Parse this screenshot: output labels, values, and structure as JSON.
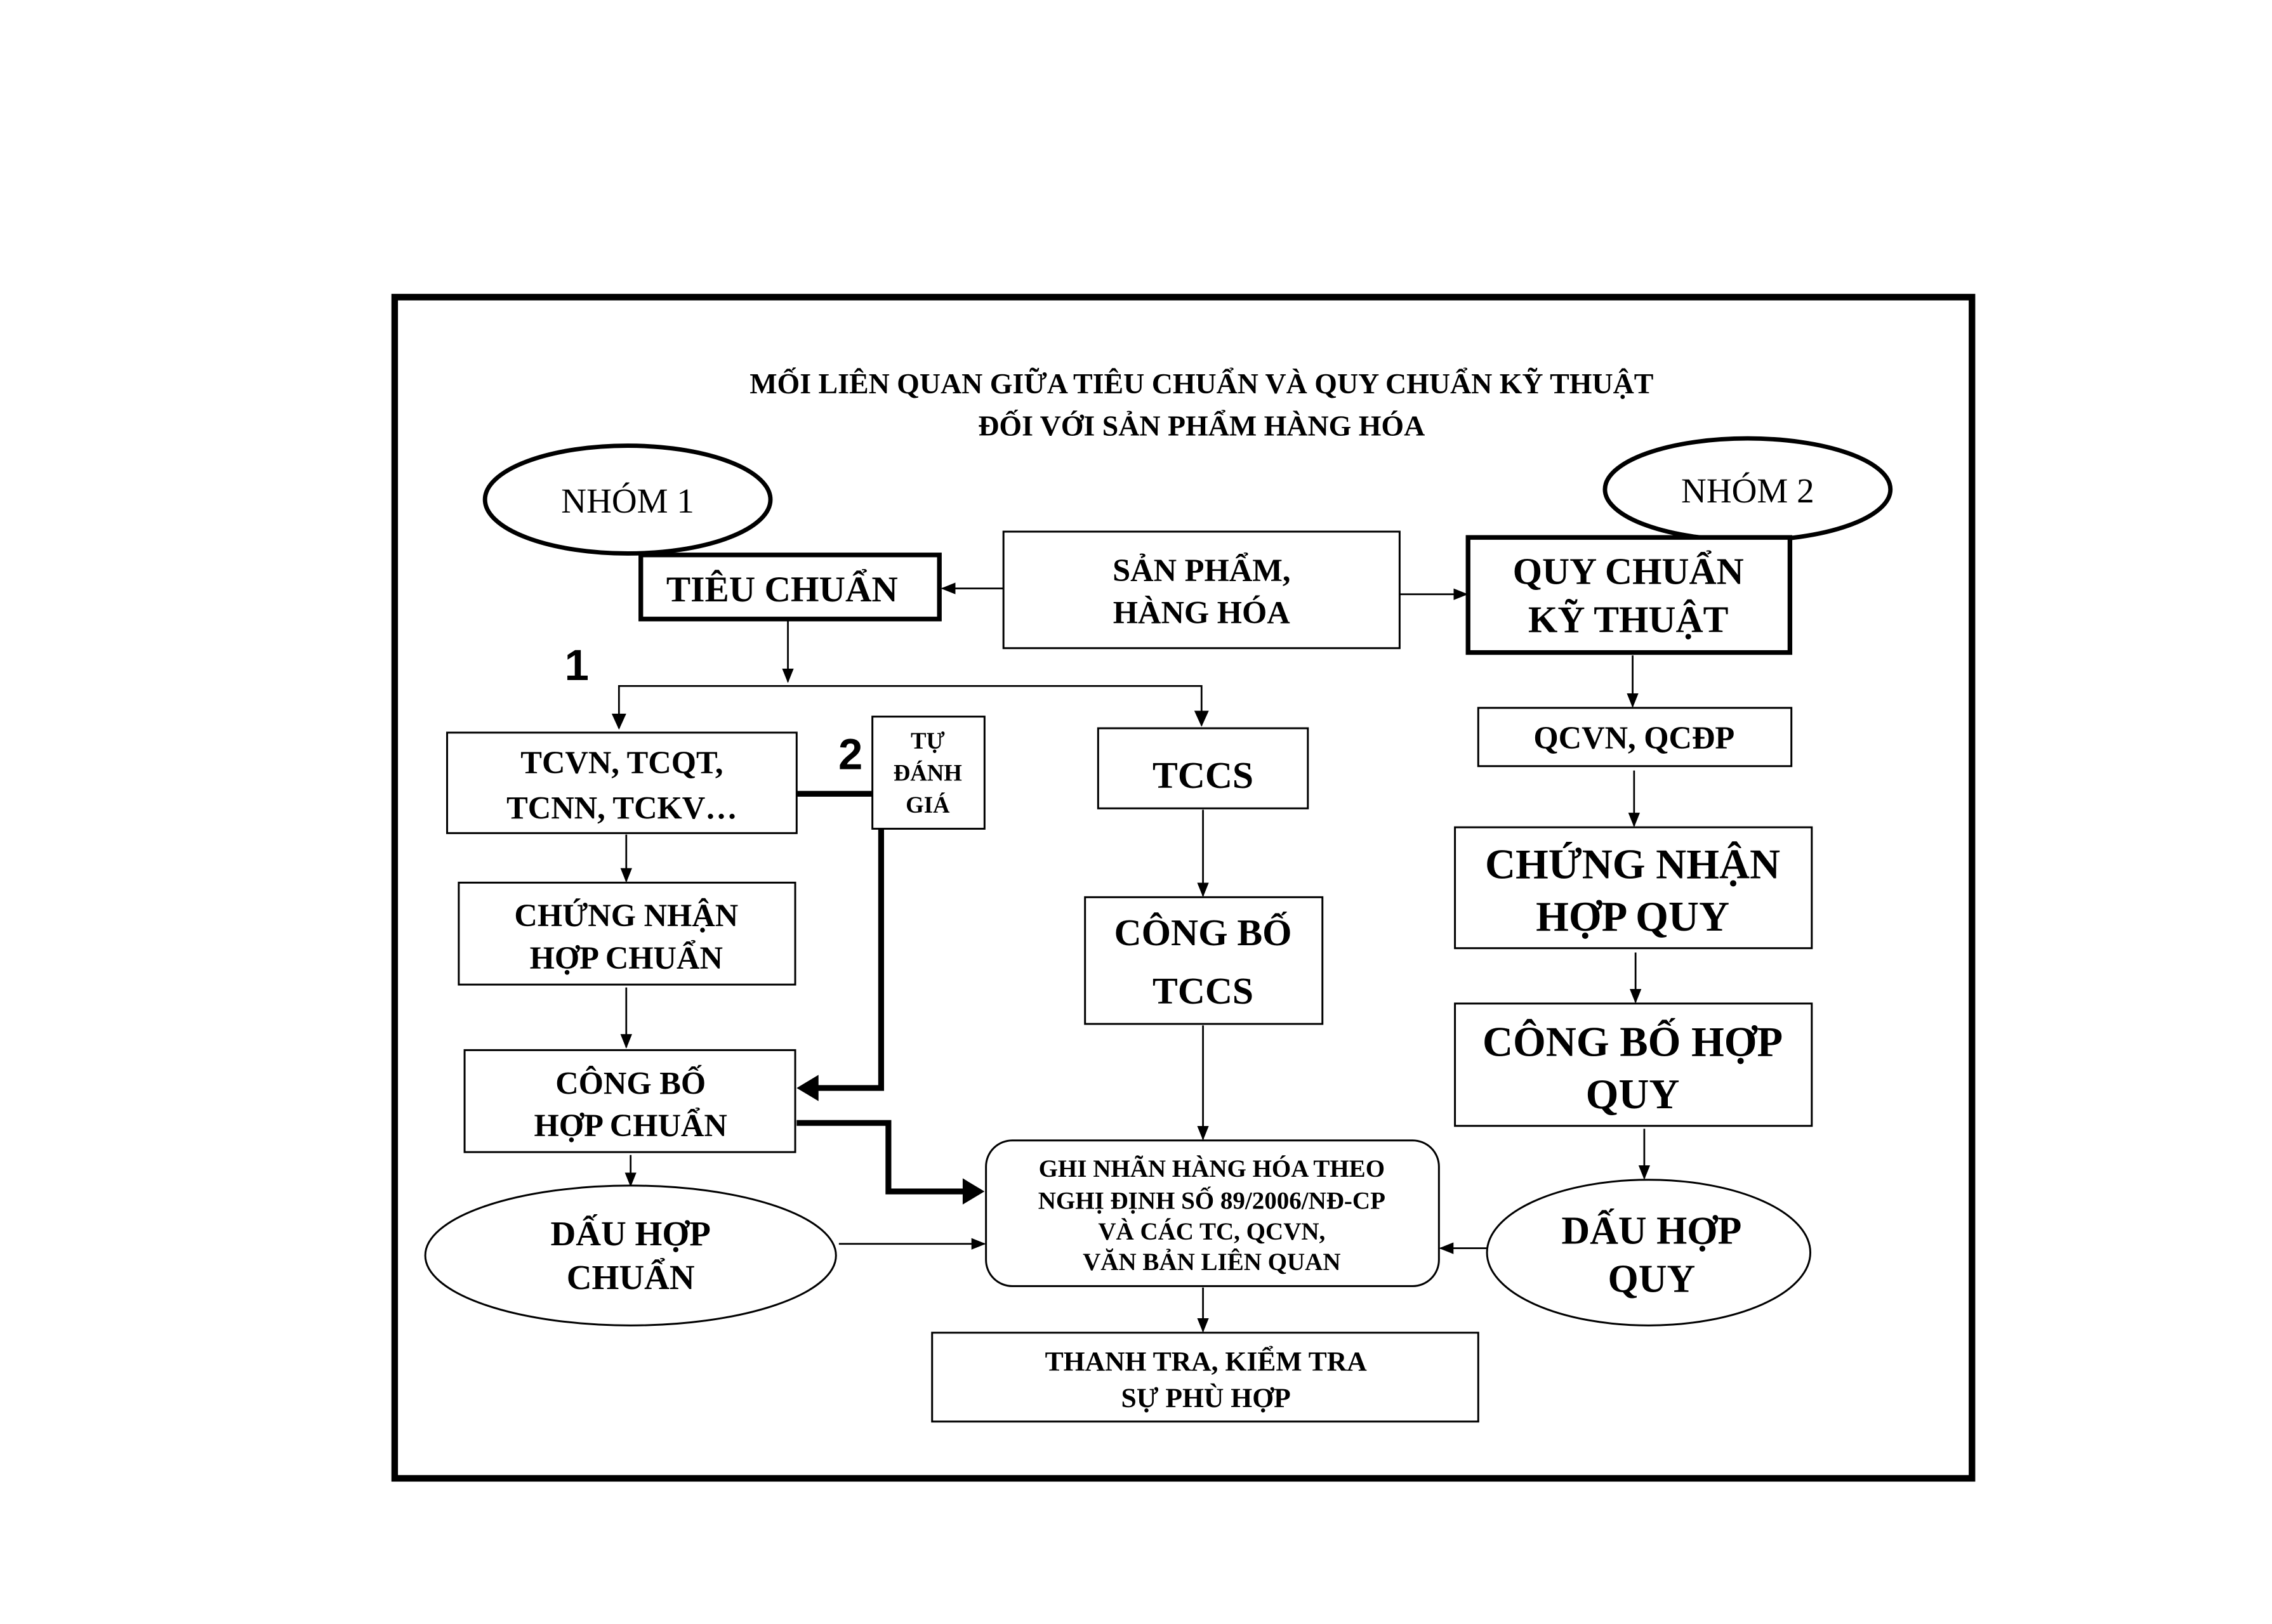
{
  "diagram": {
    "title_line1": "MỐI LIÊN QUAN GIỮA TIÊU CHUẨN VÀ QUY CHUẨN KỸ THUẬT",
    "title_line2": "ĐỐI VỚI SẢN PHẨM HÀNG HÓA",
    "group1": "NHÓM 1",
    "group2": "NHÓM 2",
    "path1_marker": "1",
    "path2_marker": "2",
    "nodes": {
      "tieu_chuan": [
        "TIÊU CHUẨN"
      ],
      "san_pham": [
        "SẢN PHẨM,",
        "HÀNG HÓA"
      ],
      "quy_chuan": [
        "QUY CHUẨN",
        "KỸ THUẬT"
      ],
      "tcvn": [
        "TCVN, TCQT,",
        "TCNN, TCKV…"
      ],
      "tu_danh_gia": [
        "TỰ",
        "ĐÁNH",
        "GIÁ"
      ],
      "tccs": [
        "TCCS"
      ],
      "qcvn": [
        "QCVN, QCĐP"
      ],
      "chung_nhan_hop_chuan": [
        "CHỨNG NHẬN",
        "HỢP CHUẨN"
      ],
      "cong_bo_tccs": [
        "CÔNG BỐ",
        "TCCS"
      ],
      "chung_nhan_hop_quy": [
        "CHỨNG NHẬN",
        "HỢP QUY"
      ],
      "cong_bo_hop_chuan": [
        "CÔNG BỐ",
        "HỢP CHUẨN"
      ],
      "cong_bo_hop_quy": [
        "CÔNG BỐ HỢP",
        "QUY"
      ],
      "ghi_nhan": [
        "GHI NHÃN HÀNG HÓA THEO",
        "NGHỊ ĐỊNH SỐ 89/2006/NĐ-CP",
        "VÀ CÁC TC, QCVN,",
        "VĂN BẢN LIÊN QUAN"
      ],
      "dau_hop_chuan": [
        "DẤU HỢP",
        "CHUẨN"
      ],
      "dau_hop_quy": [
        "DẤU HỢP",
        "QUY"
      ],
      "thanh_tra": [
        "THANH TRA, KIỂM TRA",
        "SỰ PHÙ HỢP"
      ]
    }
  }
}
